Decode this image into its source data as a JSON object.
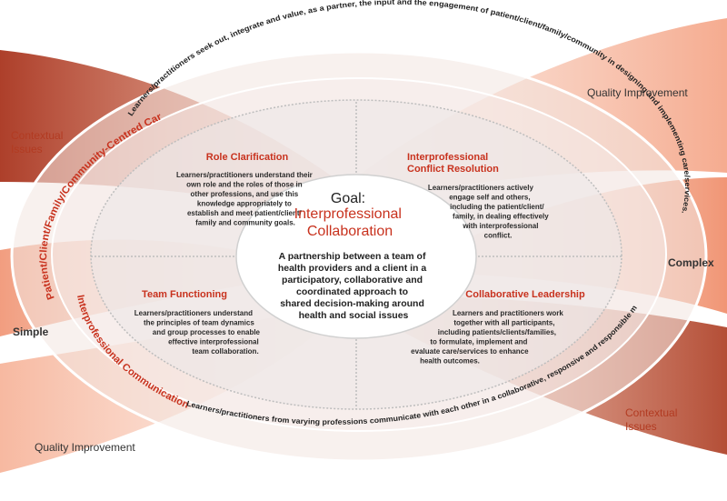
{
  "corners": {
    "contextual_issues_top_left": [
      "Contextual",
      "Issues"
    ],
    "quality_improvement_top_right": "Quality Improvement",
    "complex_right": "Complex",
    "simple_left": "Simple",
    "contextual_issues_bottom_right": [
      "Contextual",
      "Issues"
    ],
    "quality_improvement_bottom_left": "Quality Improvement"
  },
  "arcs": {
    "patient_centred_title": "Patient/Client/Family/Community-Centred Care",
    "patient_centred_text": "Learners/practitioners seek out, integrate and value, as a partner, the input and the engagement of patient/client/family/community in designing and implementing care/services.",
    "communication_title": "Interprofessional Communication",
    "communication_text": "Learners/practitioners from varying professions communicate with each other in a collaborative, responsive and responsible manner."
  },
  "quadrants": {
    "role_clarification": {
      "title": "Role Clarification",
      "lines": [
        "Learners/practitioners understand their",
        "own role and the roles of those in",
        "other professions, and use this",
        "knowledge appropriately to",
        "establish and meet patient/client/",
        "family and community goals."
      ]
    },
    "conflict_resolution": {
      "title_lines": [
        "Interprofessional",
        "Conflict Resolution"
      ],
      "lines": [
        "Learners/practitioners actively",
        "engage self and others,",
        "including the patient/client/",
        "family, in dealing effectively",
        "with interprofessional",
        "conflict."
      ]
    },
    "team_functioning": {
      "title": "Team Functioning",
      "lines": [
        "Learners/practitioners understand",
        "the principles of team dynamics",
        "and group processes to enable",
        "effective interprofessional",
        "team collaboration."
      ]
    },
    "collaborative_leadership": {
      "title": "Collaborative Leadership",
      "lines": [
        "Learners and practitioners work",
        "together with all participants,",
        "including patients/clients/families,",
        "to formulate, implement and",
        "evaluate care/services to enhance",
        "health outcomes."
      ]
    }
  },
  "center": {
    "goal_label": "Goal:",
    "goal_title_lines": [
      "Interprofessional",
      "Collaboration"
    ],
    "description_lines": [
      "A partnership between a team of",
      "health providers and a client in a",
      "participatory, collaborative and",
      "coordinated approach to",
      "shared decision-making around",
      "health and social issues"
    ]
  },
  "colors": {
    "band_dark": "#b5432b",
    "band_light": "#f0a488",
    "accent_red": "#c8321e",
    "text_dark": "#222222"
  }
}
